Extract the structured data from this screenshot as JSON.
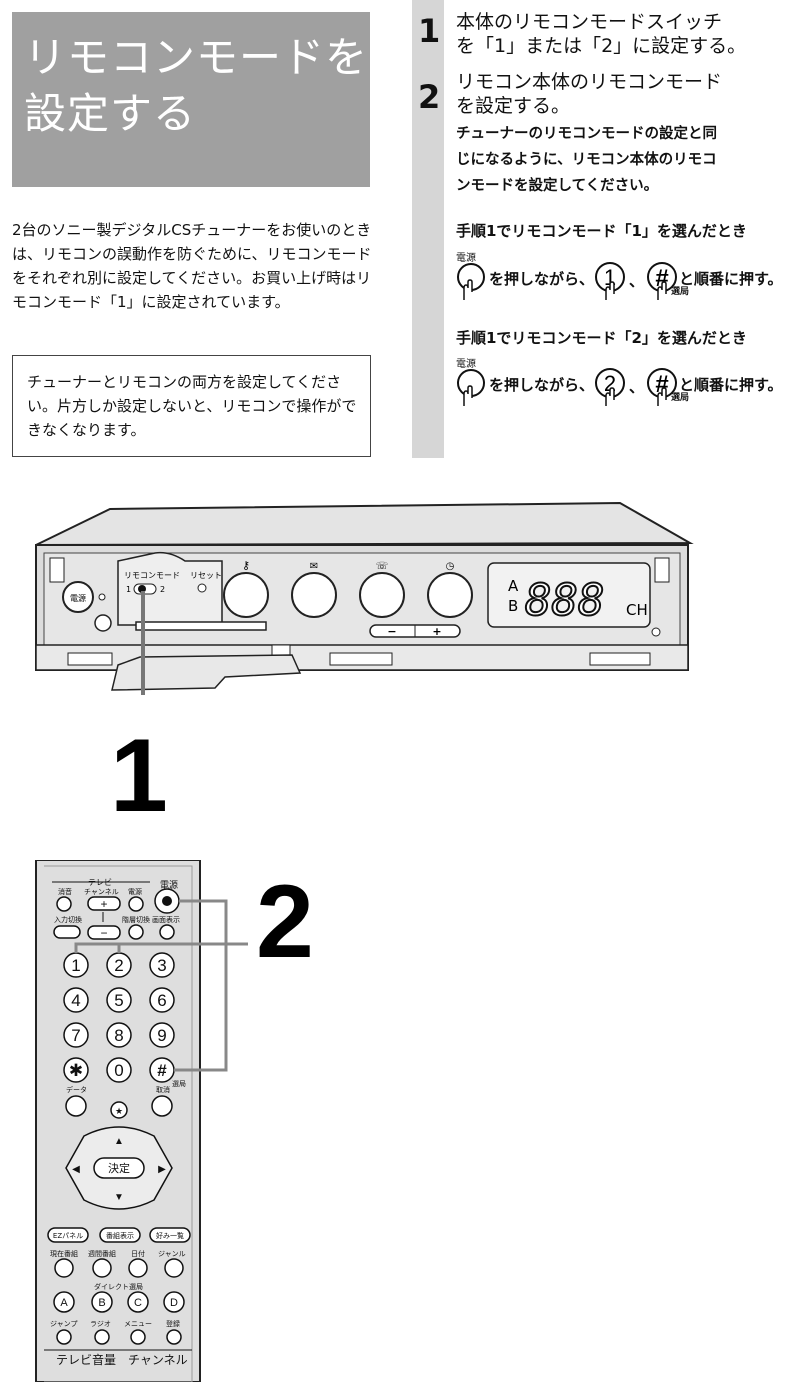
{
  "title": {
    "line1": "リモコンモードを",
    "line2": "設定する"
  },
  "intro": {
    "text": "2台のソニー製デジタルCSチューナーをお使いのときは、リモコンの誤動作を防ぐために、リモコンモードをそれぞれ別に設定してください。お買い上げ時はリモコンモード「1」に設定されています。"
  },
  "note": {
    "text": "チューナーとリモコンの両方を設定してください。片方しか設定しないと、リモコンで操作ができなくなります。"
  },
  "steps": [
    {
      "number": "1",
      "title_line1": "本体のリモコンモードスイッチ",
      "title_line2": "を「1」または「2」に設定する。"
    },
    {
      "number": "2",
      "title_line1": "リモコン本体のリモコンモード",
      "title_line2": "を設定する。",
      "body_line1": "チューナーのリモコンモードの設定と同",
      "body_line2": "じになるように、リモコン本体のリモコ",
      "body_line3": "ンモードを設定してください。"
    }
  ],
  "cases": [
    {
      "label": "手順1でリモコンモード「1」を選んだとき",
      "power_label": "電源",
      "press_text": "を押しながら、",
      "key1": "1",
      "sep": "、",
      "key2": "#",
      "key2_sub": "選局",
      "end_text": "と順番に押す。"
    },
    {
      "label": "手順1でリモコンモード「2」を選んだとき",
      "power_label": "電源",
      "press_text": "を押しながら、",
      "key1": "2",
      "sep": "、",
      "key2": "#",
      "key2_sub": "選局",
      "end_text": "と順番に押す。"
    }
  ],
  "callouts": {
    "device": "1",
    "remote": "2"
  },
  "device": {
    "power": "電源",
    "remote_mode": "リモコンモード",
    "mode_1": "1",
    "mode_2": "2",
    "reset": "リセット",
    "display_a": "A",
    "display_b": "B",
    "display_digits": "888",
    "display_unit": "CH",
    "minus": "−",
    "plus": "+"
  },
  "remote": {
    "tv_group": "テレビ",
    "mute": "消音",
    "channel": "チャンネル",
    "tv_power": "電源",
    "power": "電源",
    "input": "入力切換",
    "mux": "階層切換",
    "display": "画面表示",
    "numbers": [
      "1",
      "2",
      "3",
      "4",
      "5",
      "6",
      "7",
      "8",
      "9"
    ],
    "star": "✱",
    "zero": "0",
    "hash": "#",
    "hash_sub": "選局",
    "data": "データ",
    "cancel": "取消",
    "enter": "決定",
    "ez_panel": "EZパネル",
    "program_table": "番組表示",
    "favorites": "好み一覧",
    "now": "現在番組",
    "weekly": "週間番組",
    "date": "日付",
    "genre": "ジャンル",
    "direct": "ダイレクト選局",
    "keys_abcd": [
      "A",
      "B",
      "C",
      "D"
    ],
    "jump": "ジャンプ",
    "radio": "ラジオ",
    "menu": "メニュー",
    "register": "登録",
    "tv_volume": "テレビ音量",
    "channel_bottom": "チャンネル"
  }
}
